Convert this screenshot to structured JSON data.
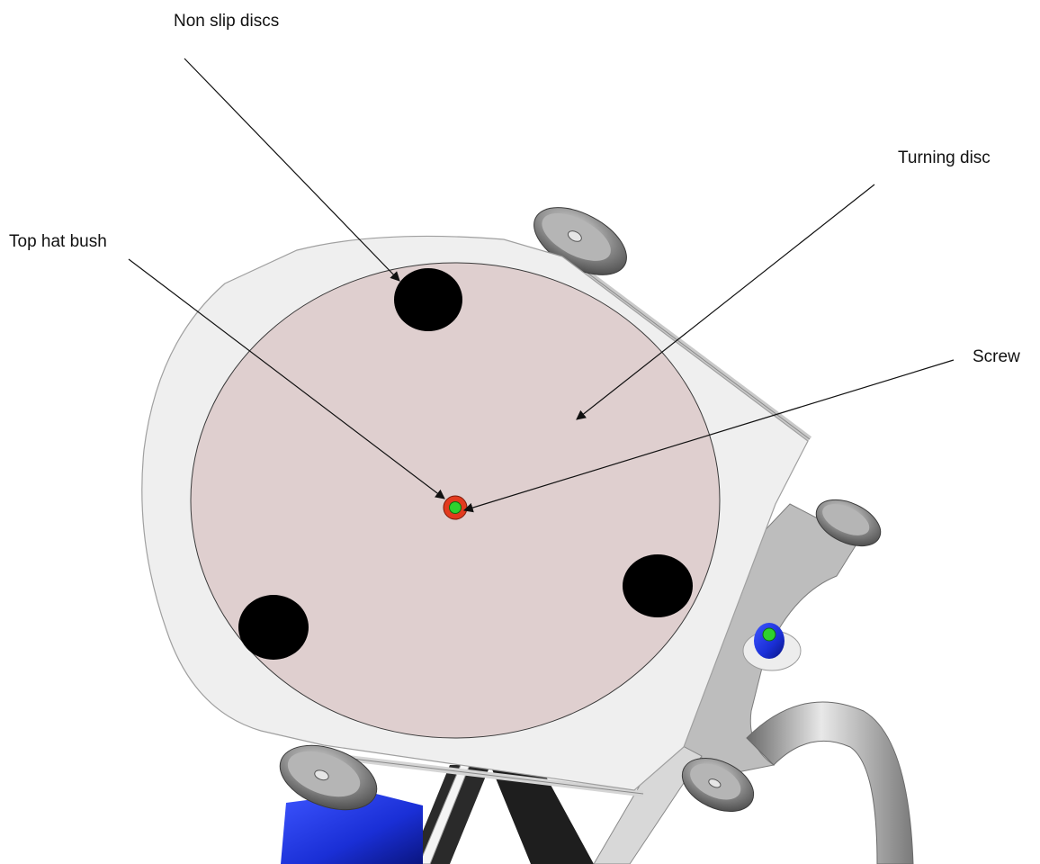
{
  "labels": {
    "non_slip_discs": "Non slip discs",
    "turning_disc": "Turning disc",
    "top_hat_bush": "Top hat bush",
    "screw": "Screw"
  },
  "colors": {
    "background": "#ffffff",
    "turning_disc": "#dfcfcf",
    "base_plate": "#efefef",
    "non_slip_disc": "#000000",
    "frame": "#bdbdbd",
    "wheel": "#8a8a8a",
    "blue_part": "#1a2fd6",
    "screw_green": "#2ed12e",
    "bush_red": "#e23a1e",
    "leader_line": "#111111"
  }
}
